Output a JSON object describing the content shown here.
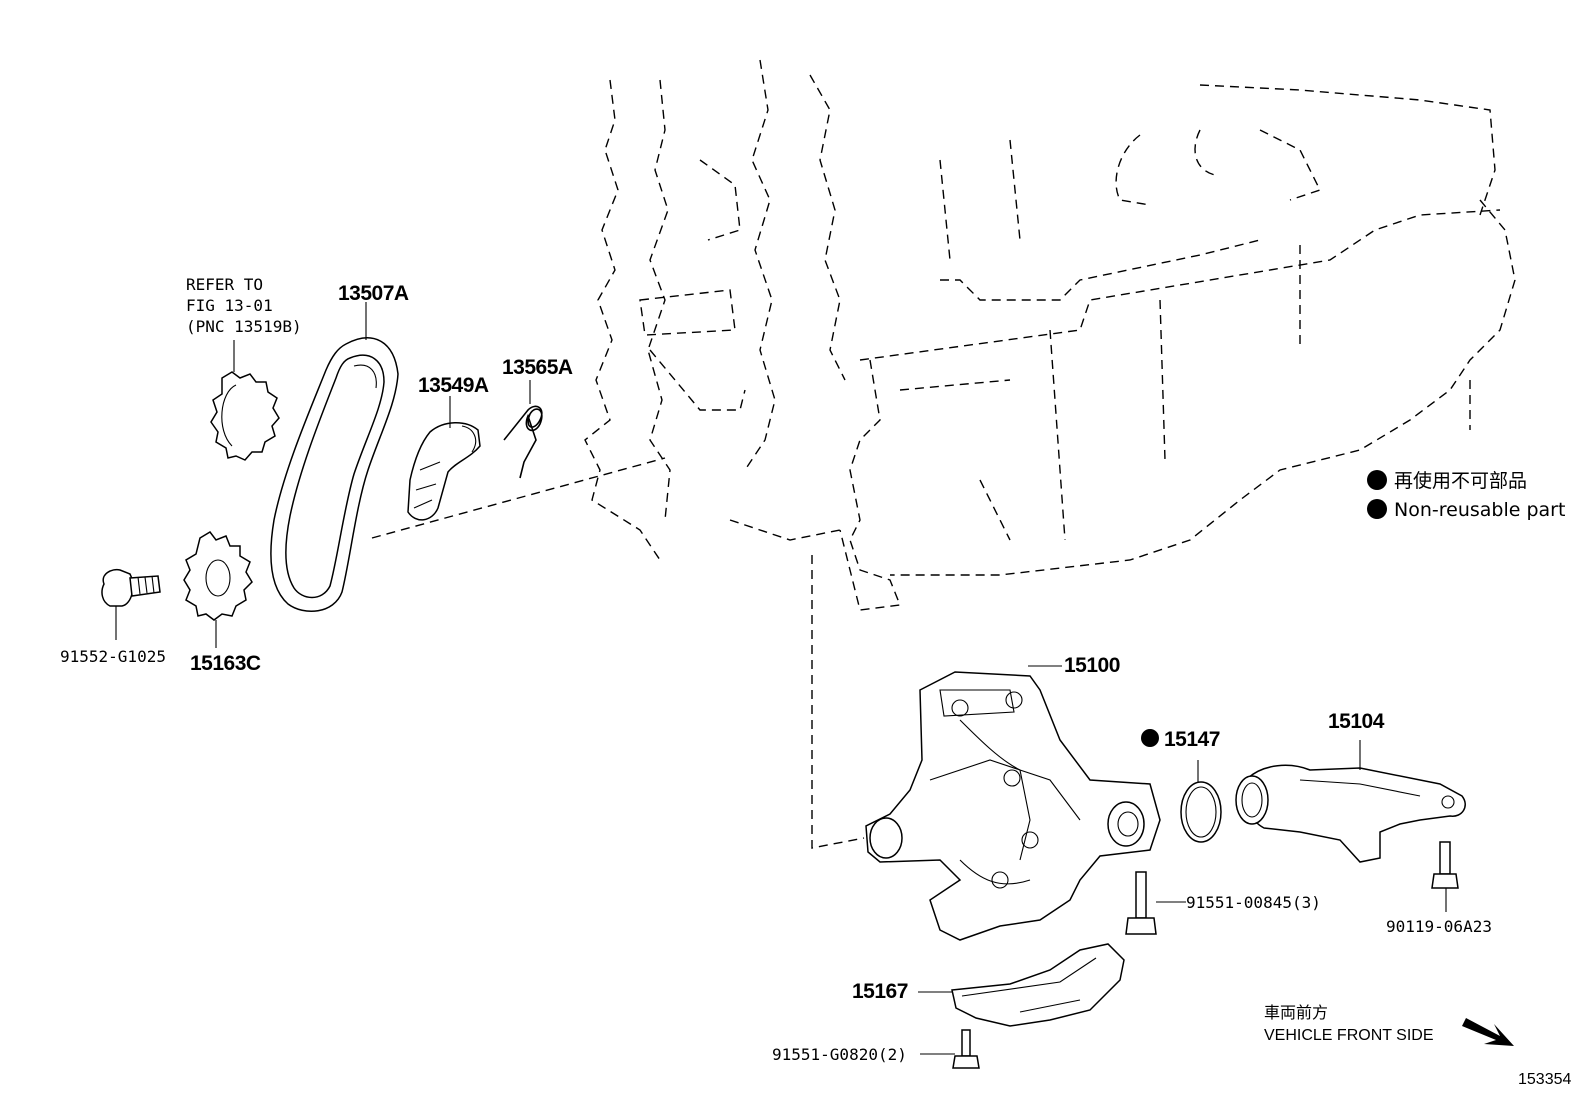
{
  "parts": {
    "refer_line1": "REFER TO",
    "refer_line2": "FIG 13-01",
    "refer_line3": "(PNC 13519B)",
    "p13507A": "13507A",
    "p13549A": "13549A",
    "p13565A": "13565A",
    "p91552": "91552-G1025",
    "p15163C": "15163C",
    "p15100": "15100",
    "p15147": "15147",
    "p15104": "15104",
    "p91551_00845": "91551-00845(3)",
    "p90119": "90119-06A23",
    "p15167": "15167",
    "p91551_G0820": "91551-G0820(2)"
  },
  "legend": {
    "jp": "再使用不可部品",
    "en": "Non-reusable part"
  },
  "footer": {
    "front_jp": "車両前方",
    "front_en": "VEHICLE FRONT SIDE",
    "fig_no": "153354"
  }
}
